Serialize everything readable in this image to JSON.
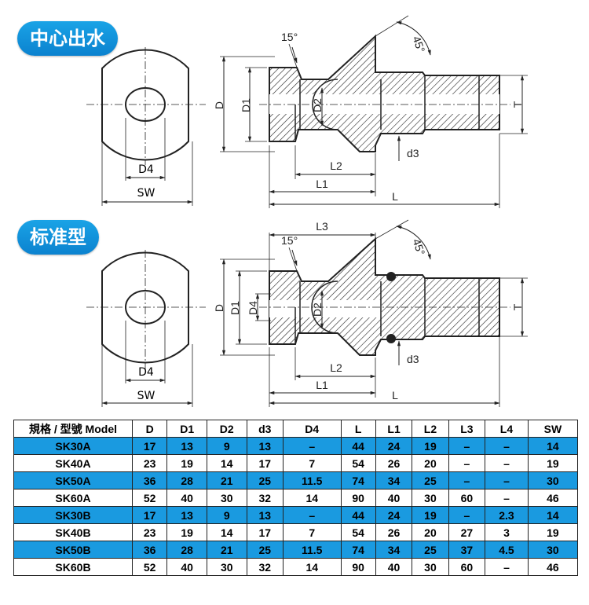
{
  "sections": [
    {
      "title": "中心出水"
    },
    {
      "title": "标准型"
    }
  ],
  "labels": {
    "angle15": "15°",
    "angle45": "45°",
    "D": "D",
    "D1": "D1",
    "D2": "D2",
    "D4": "D4",
    "T": "T",
    "L": "L",
    "L1": "L1",
    "L2": "L2",
    "L3": "L3",
    "d3": "d3",
    "SW": "SW"
  },
  "table": {
    "headers": [
      "規格 / 型號 Model",
      "D",
      "D1",
      "D2",
      "d3",
      "D4",
      "L",
      "L1",
      "L2",
      "L3",
      "L4",
      "SW"
    ],
    "rows": [
      {
        "highlight": true,
        "cells": [
          "SK30A",
          "17",
          "13",
          "9",
          "13",
          "–",
          "44",
          "24",
          "19",
          "–",
          "–",
          "14"
        ]
      },
      {
        "highlight": false,
        "cells": [
          "SK40A",
          "23",
          "19",
          "14",
          "17",
          "7",
          "54",
          "26",
          "20",
          "–",
          "–",
          "19"
        ]
      },
      {
        "highlight": true,
        "cells": [
          "SK50A",
          "36",
          "28",
          "21",
          "25",
          "11.5",
          "74",
          "34",
          "25",
          "–",
          "–",
          "30"
        ]
      },
      {
        "highlight": false,
        "cells": [
          "SK60A",
          "52",
          "40",
          "30",
          "32",
          "14",
          "90",
          "40",
          "30",
          "60",
          "–",
          "46"
        ]
      },
      {
        "highlight": true,
        "cells": [
          "SK30B",
          "17",
          "13",
          "9",
          "13",
          "–",
          "44",
          "24",
          "19",
          "–",
          "2.3",
          "14"
        ]
      },
      {
        "highlight": false,
        "cells": [
          "SK40B",
          "23",
          "19",
          "14",
          "17",
          "7",
          "54",
          "26",
          "20",
          "27",
          "3",
          "19"
        ]
      },
      {
        "highlight": true,
        "cells": [
          "SK50B",
          "36",
          "28",
          "21",
          "25",
          "11.5",
          "74",
          "34",
          "25",
          "37",
          "4.5",
          "30"
        ]
      },
      {
        "highlight": false,
        "cells": [
          "SK60B",
          "52",
          "40",
          "30",
          "32",
          "14",
          "90",
          "40",
          "30",
          "60",
          "–",
          "46"
        ]
      }
    ]
  },
  "colors": {
    "accent": "#1a9ae0",
    "line": "#222222"
  }
}
